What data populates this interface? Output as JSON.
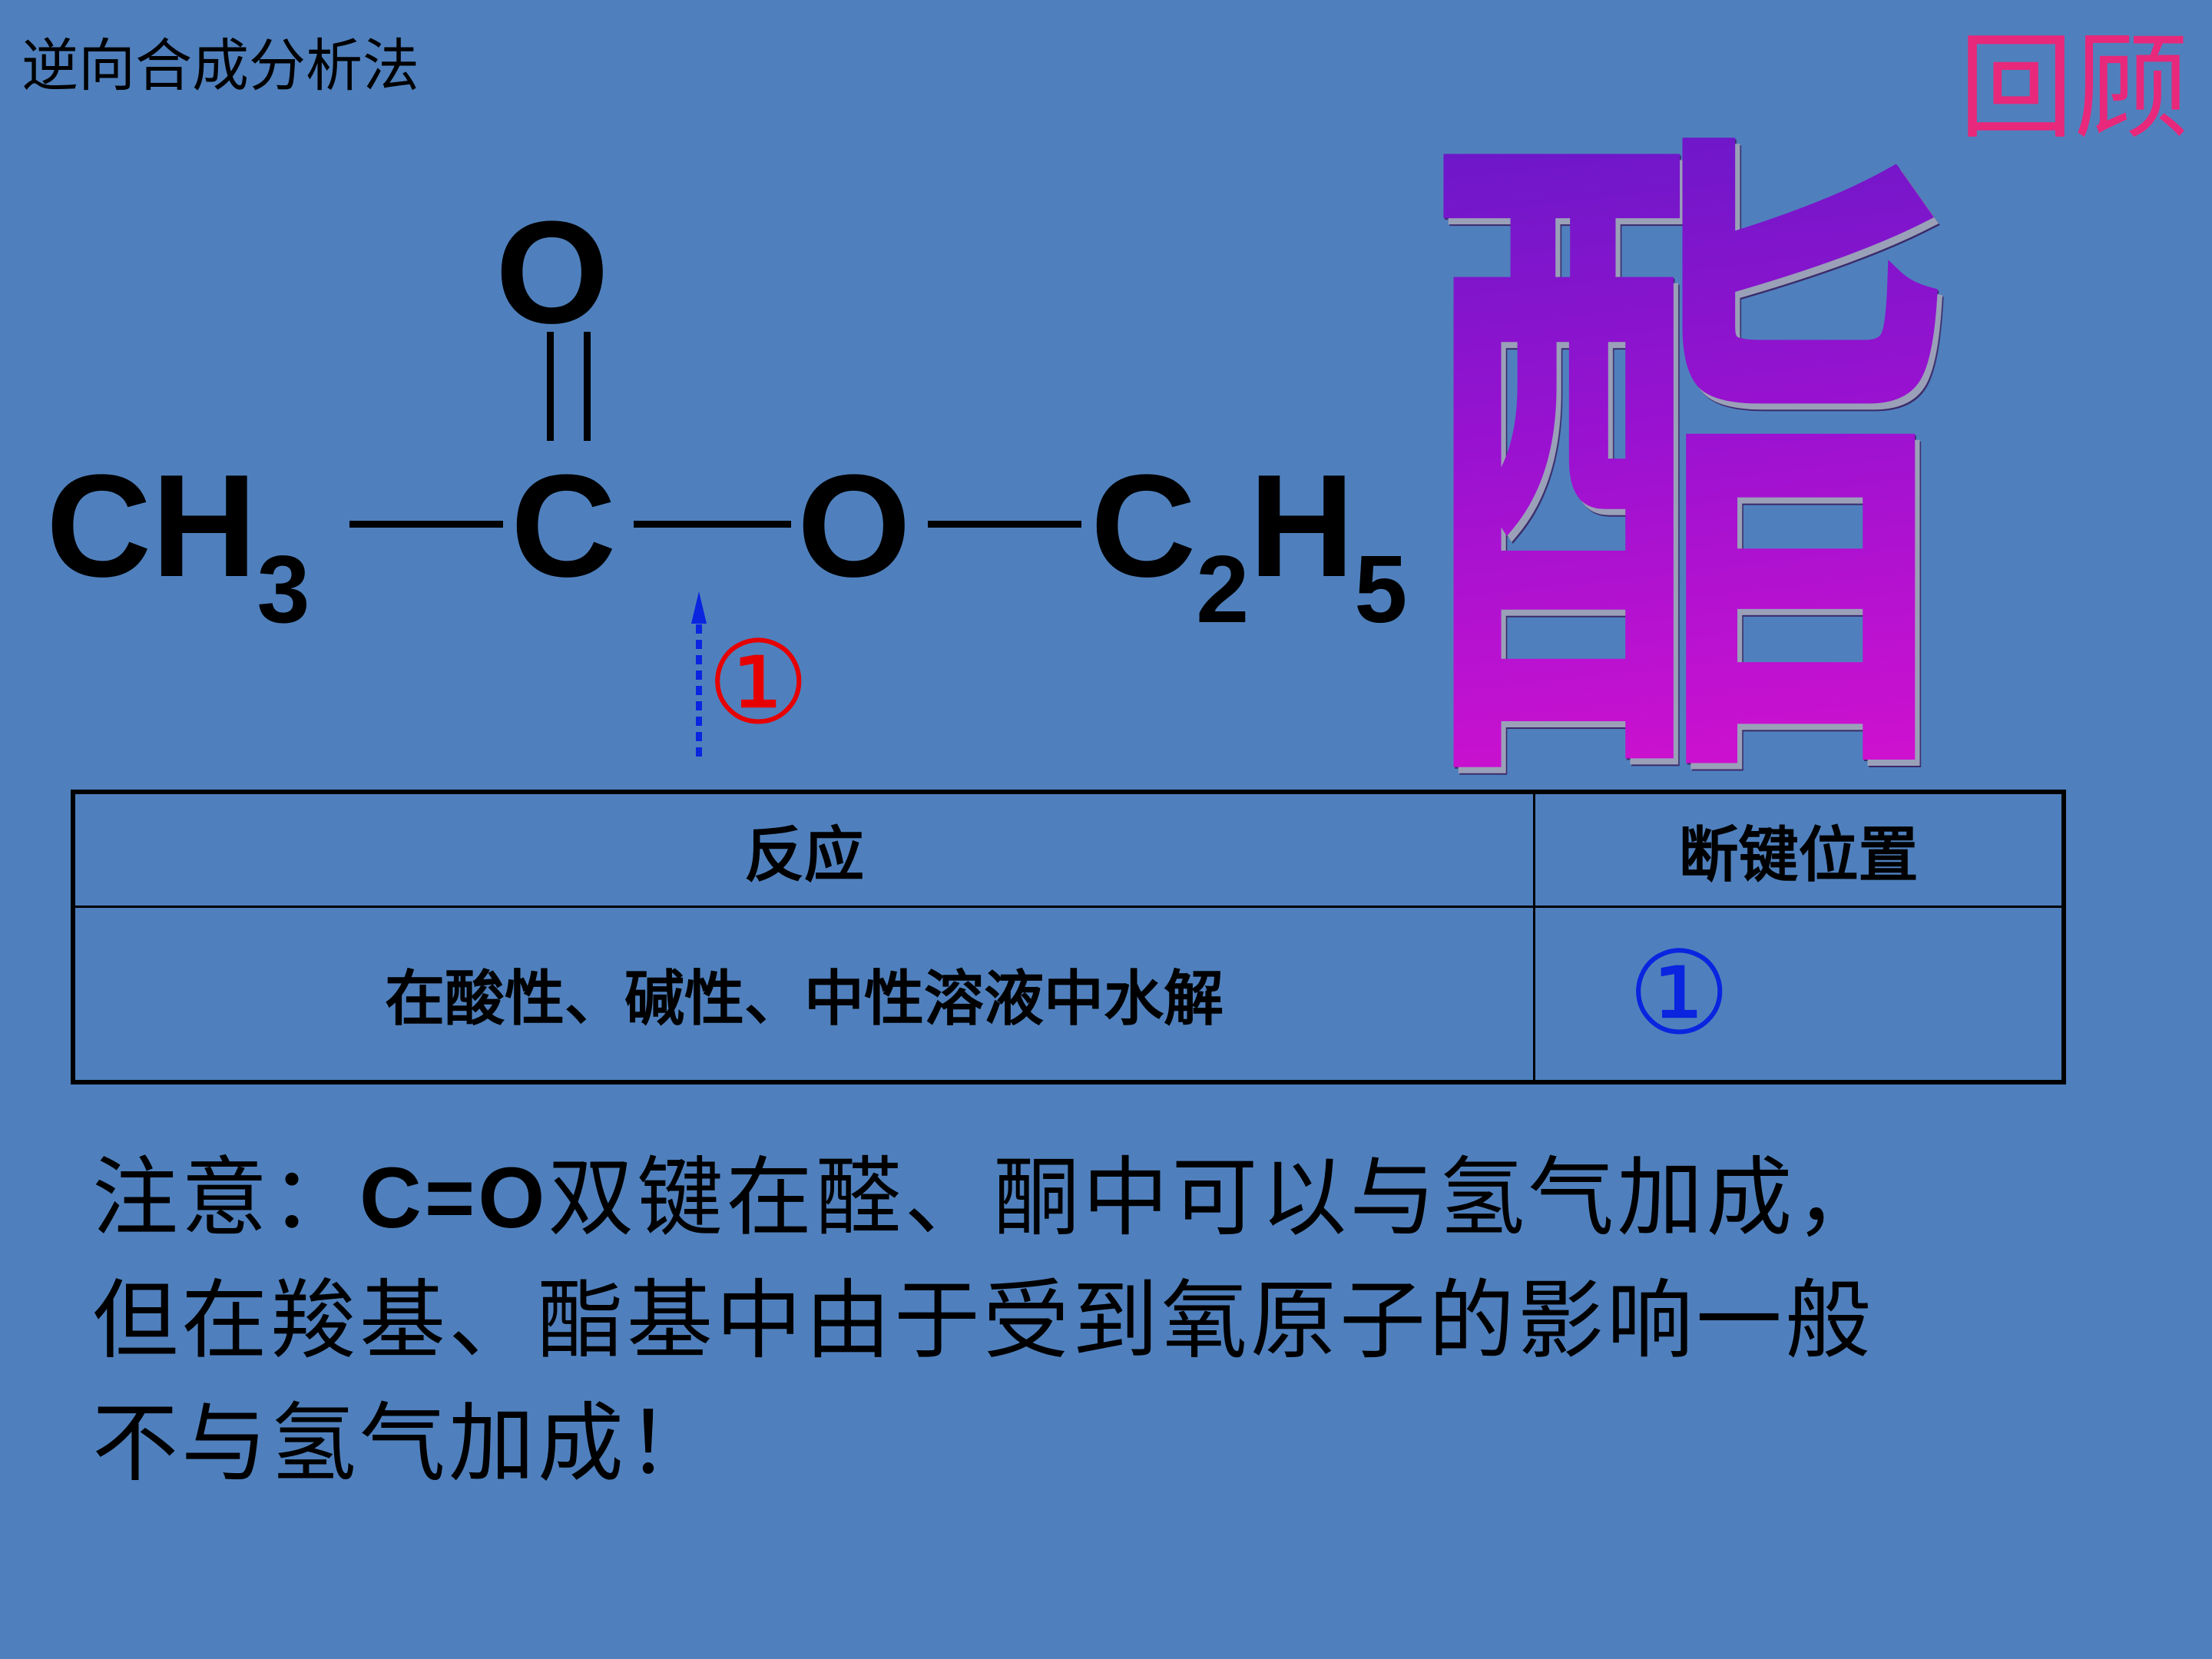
{
  "header": {
    "title": "逆向合成分析法",
    "review_label": "回顾"
  },
  "formula": {
    "ch": "CH",
    "ch_sub": "3",
    "carbonyl_o": "O",
    "carbonyl_c": "C",
    "ester_o": "O",
    "ethyl_c": "C",
    "ethyl_c_sub": "2",
    "ethyl_h": "H",
    "ethyl_h_sub": "5",
    "break_marker": "①"
  },
  "ester_glyph": "酯",
  "table": {
    "headers": [
      "反应",
      "断键位置"
    ],
    "rows": [
      {
        "reaction": "在酸性、碱性、中性溶液中水解",
        "position": "①"
      }
    ]
  },
  "colors": {
    "background": "#4f80bd",
    "review": "#e8287a",
    "marker_red": "#e60000",
    "marker_blue": "#0a24e0",
    "arrow": "#0a24e0"
  },
  "note": {
    "lead": "注意：",
    "formula": "C=O",
    "rest_line1": "双键在醛、酮中可以与氢气加成，",
    "line2": "但在羧基、酯基中由于受到氧原子的影响一般",
    "line3": "不与氢气加成！"
  }
}
